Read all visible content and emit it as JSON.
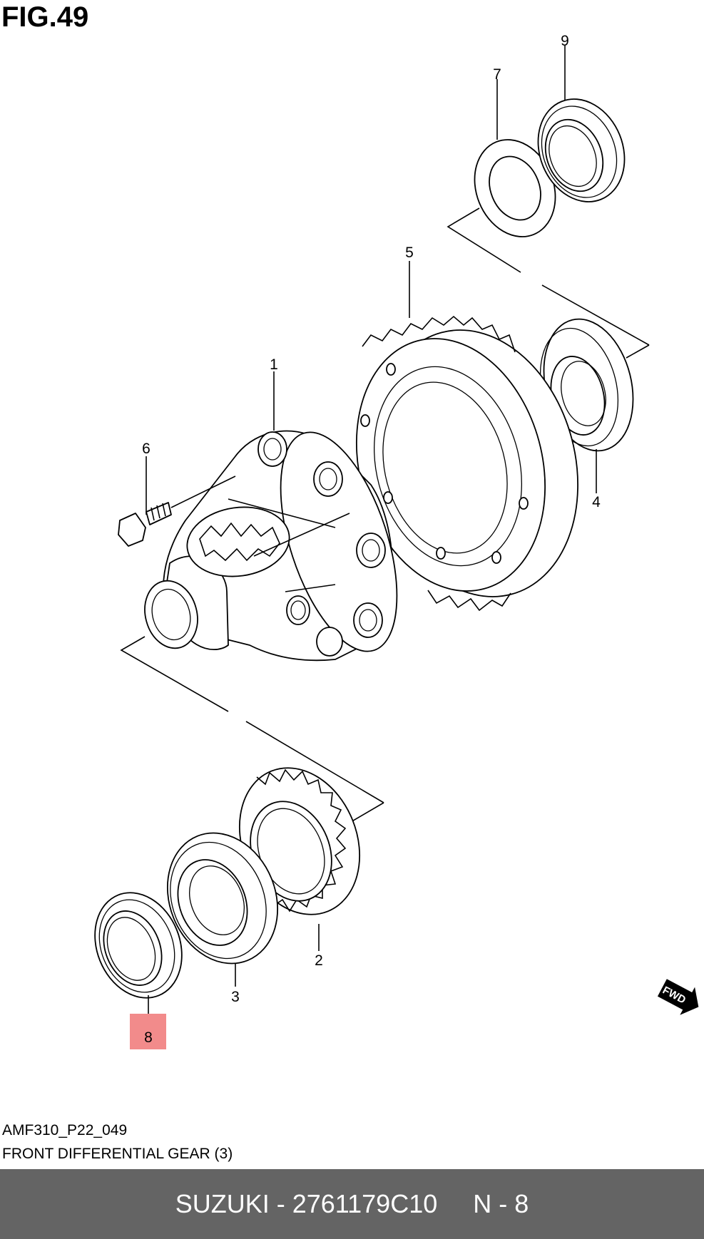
{
  "figure": {
    "title": "FIG.49"
  },
  "callouts": [
    {
      "id": "1",
      "label": "1",
      "highlighted": false
    },
    {
      "id": "2",
      "label": "2",
      "highlighted": false
    },
    {
      "id": "3",
      "label": "3",
      "highlighted": false
    },
    {
      "id": "4",
      "label": "4",
      "highlighted": false
    },
    {
      "id": "5",
      "label": "5",
      "highlighted": false
    },
    {
      "id": "6",
      "label": "6",
      "highlighted": false
    },
    {
      "id": "7",
      "label": "7",
      "highlighted": false
    },
    {
      "id": "8",
      "label": "8",
      "highlighted": true
    },
    {
      "id": "9",
      "label": "9",
      "highlighted": false
    }
  ],
  "fwd_badge": {
    "label": "FWD"
  },
  "drawing": {
    "code": "AMF310_P22_049",
    "caption": "FRONT DIFFERENTIAL GEAR (3)"
  },
  "footer": {
    "brand": "SUZUKI",
    "part_number": "2761179C10",
    "position": "N - 8",
    "text": "SUZUKI - 2761179C10     N - 8"
  },
  "colors": {
    "footer_bg": "#646464",
    "footer_text": "#ffffff",
    "highlight": "#f28b8b"
  }
}
